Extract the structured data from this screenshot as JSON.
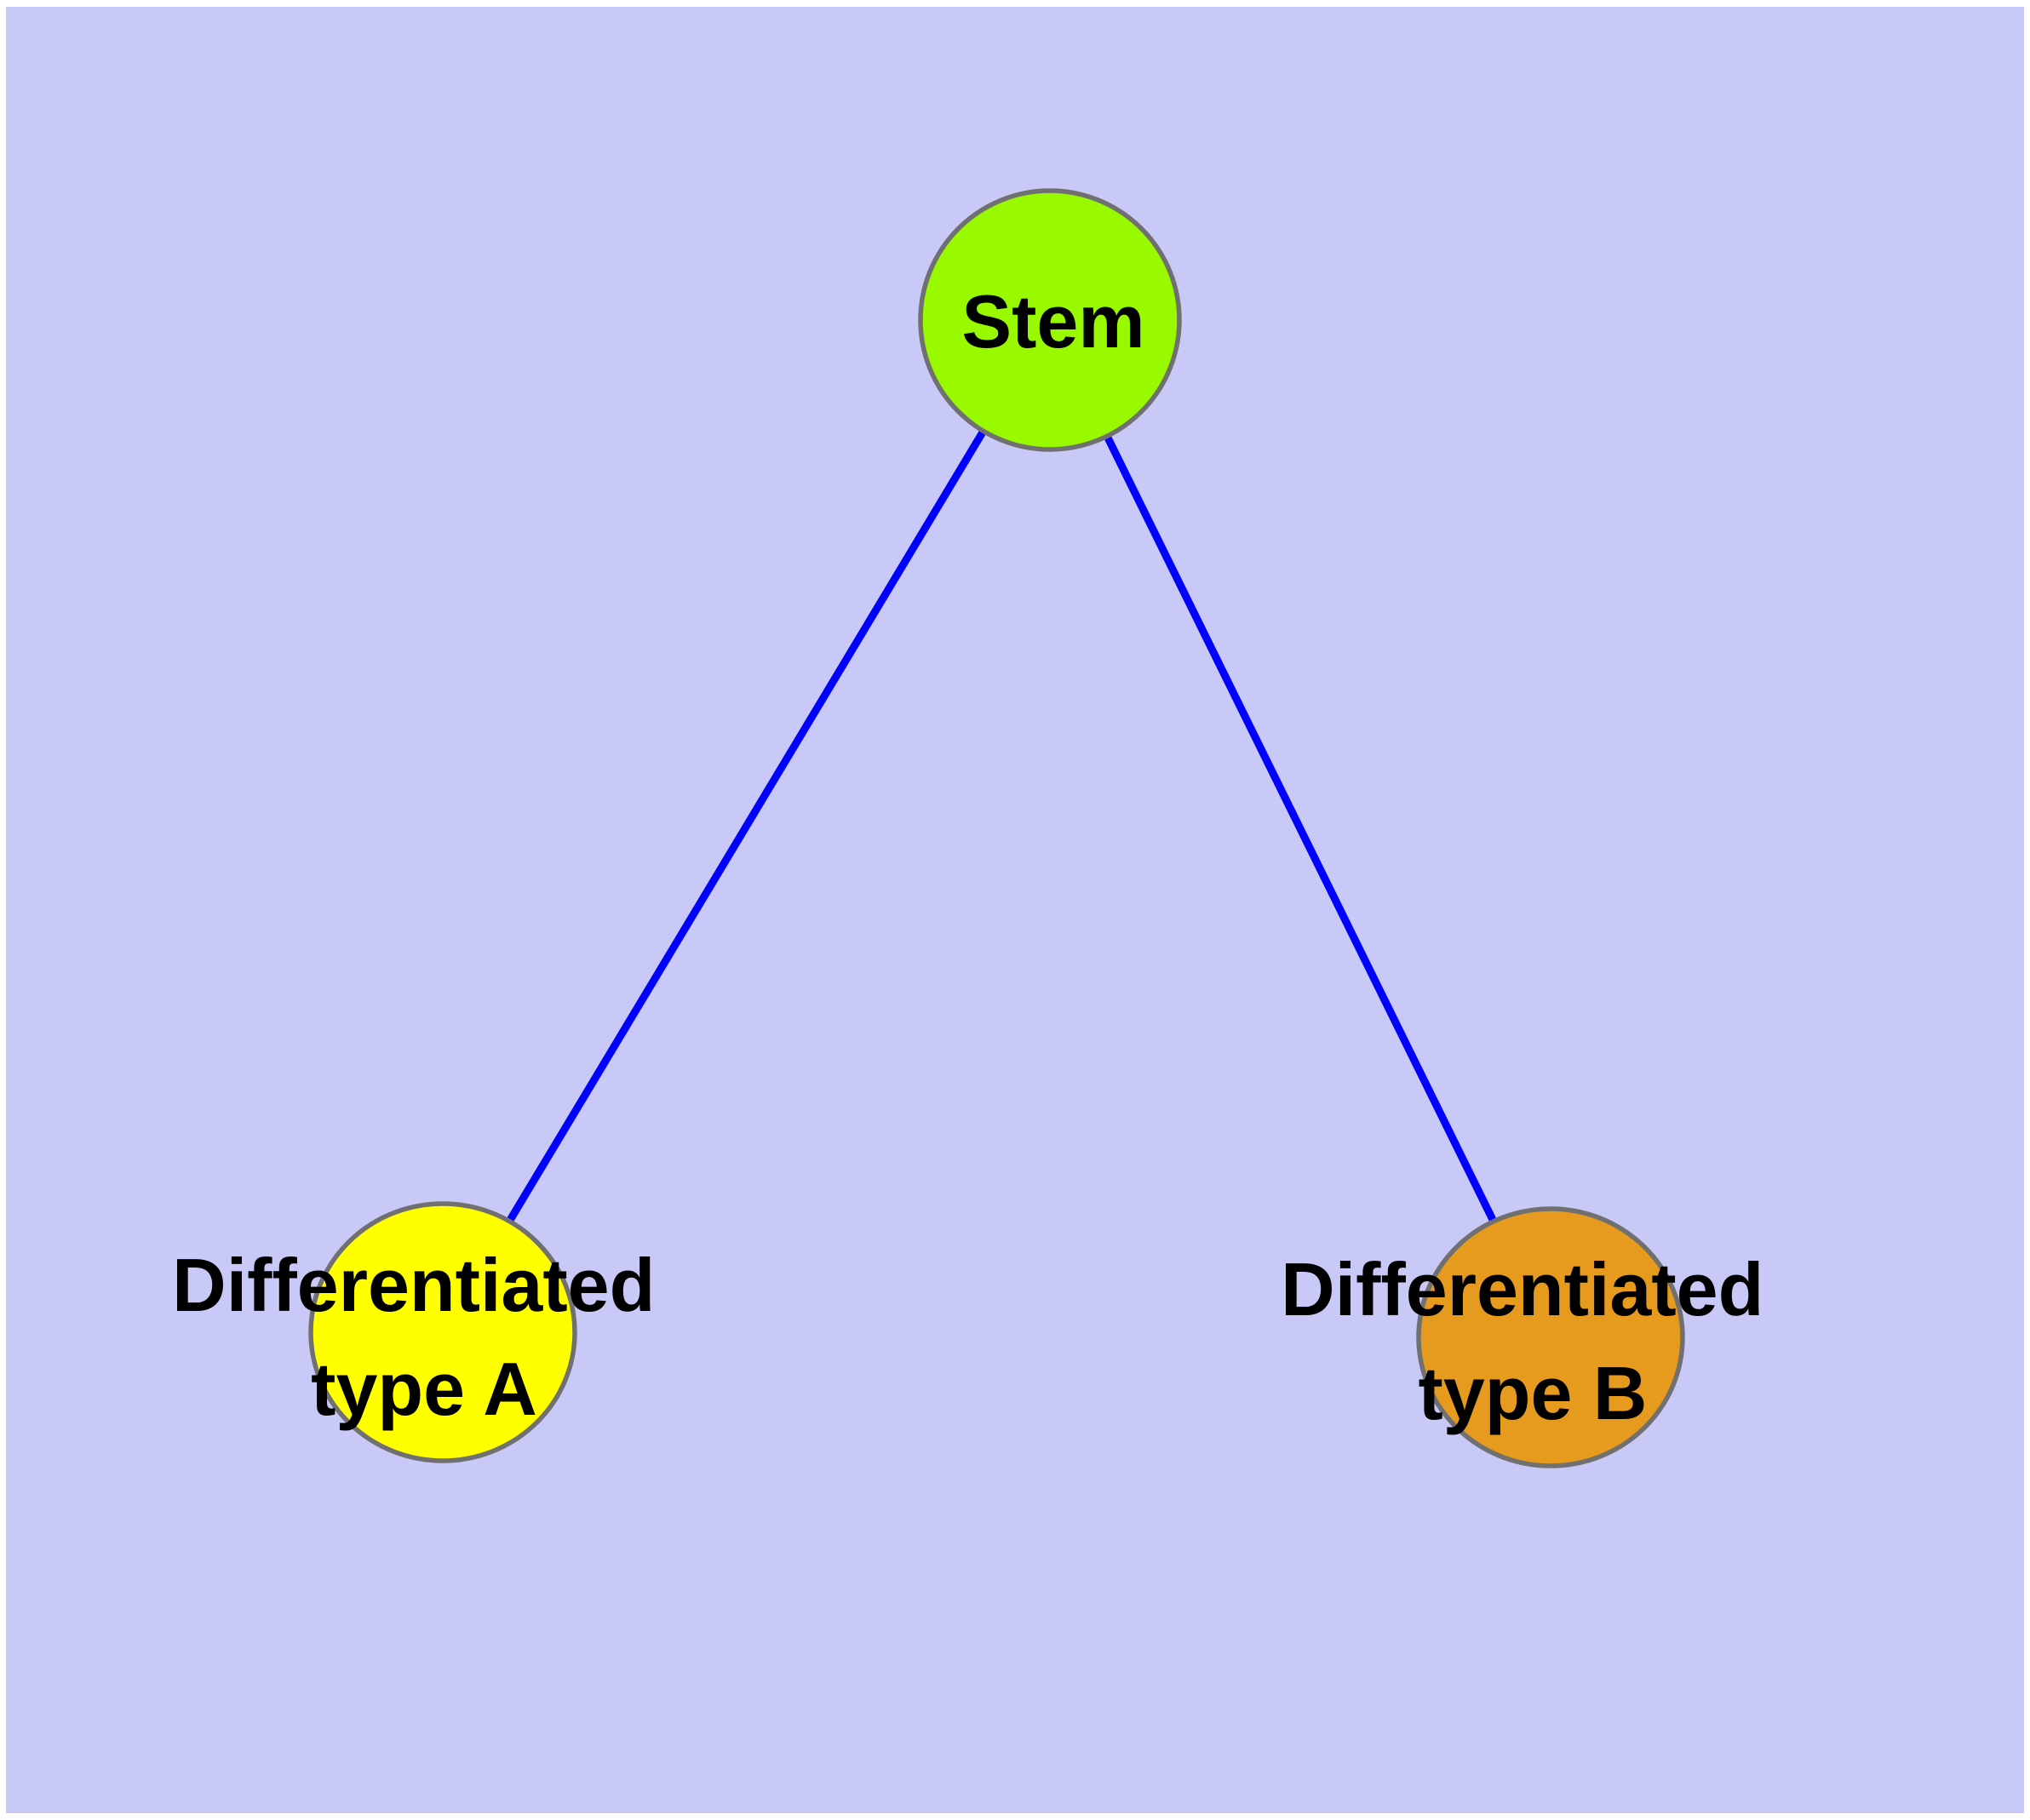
{
  "colors": {
    "page_margin": "#FFFFFF",
    "background": "#C9C9F7",
    "edge": "#0000FF",
    "node_outline": "#707070",
    "label_text": "#000000"
  },
  "nodes": {
    "stem": {
      "label": "Stem",
      "fill": "#99FA00"
    },
    "type_a": {
      "label_line1": "Differentiated",
      "label_line2": "type A",
      "fill": "#FFFF00"
    },
    "type_b": {
      "label_line1": "Differentiated",
      "label_line2": "type B",
      "fill": "#E69A1E"
    }
  },
  "edges": [
    {
      "from": "Stem",
      "to": "Differentiated type A"
    },
    {
      "from": "Stem",
      "to": "Differentiated type B"
    }
  ]
}
